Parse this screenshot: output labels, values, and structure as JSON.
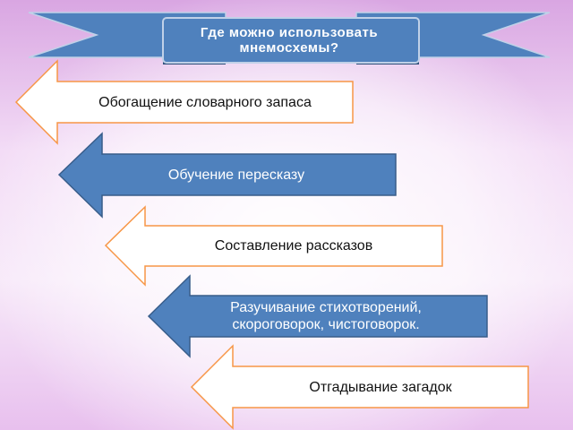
{
  "banner": {
    "title": "Где можно использовать мнемосхемы?"
  },
  "arrows": [
    {
      "label": "Обогащение словарного запаса",
      "style": "light"
    },
    {
      "label": "Обучение пересказу",
      "style": "dark"
    },
    {
      "label": "Составление рассказов",
      "style": "light"
    },
    {
      "label": "Разучивание стихотворений, скороговорок, чистоговорок.",
      "style": "dark"
    },
    {
      "label": "Отгадывание загадок",
      "style": "light"
    }
  ],
  "colors": {
    "dark_fill": "#4f81bd",
    "dark_stroke": "#385d8a",
    "light_fill": "#ffffff",
    "light_stroke": "#f79646"
  }
}
